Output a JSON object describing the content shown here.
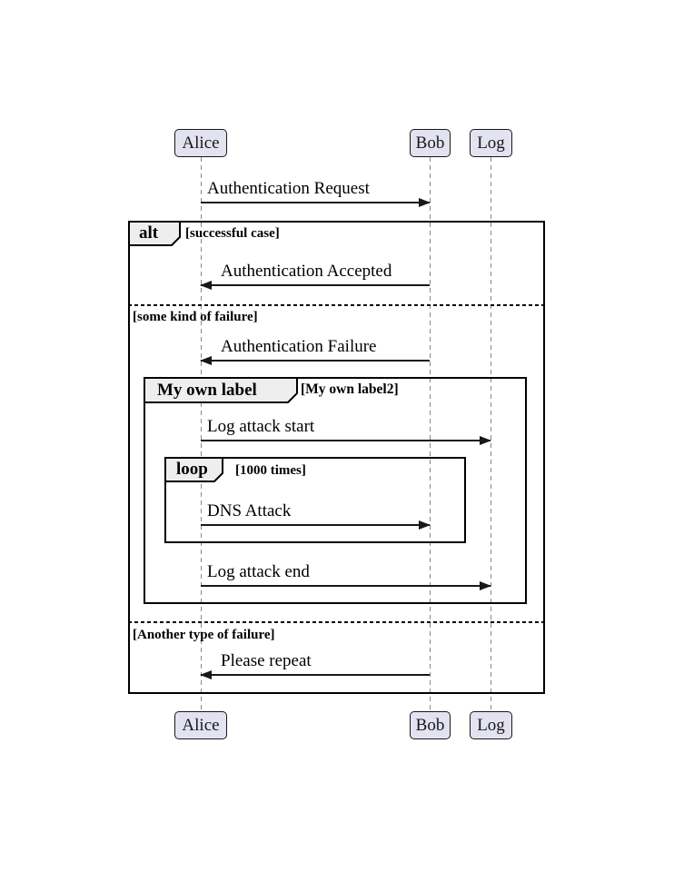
{
  "participants": [
    {
      "name": "Alice"
    },
    {
      "name": "Bob"
    },
    {
      "name": "Log"
    }
  ],
  "messages": [
    {
      "text": "Authentication Request",
      "from": "Alice",
      "to": "Bob",
      "direction": "right"
    },
    {
      "text": "Authentication Accepted",
      "from": "Bob",
      "to": "Alice",
      "direction": "left"
    },
    {
      "text": "Authentication Failure",
      "from": "Bob",
      "to": "Alice",
      "direction": "left"
    },
    {
      "text": "Log attack start",
      "from": "Alice",
      "to": "Log",
      "direction": "right"
    },
    {
      "text": "DNS Attack",
      "from": "Alice",
      "to": "Bob",
      "direction": "right"
    },
    {
      "text": "Log attack end",
      "from": "Alice",
      "to": "Log",
      "direction": "right"
    },
    {
      "text": "Please repeat",
      "from": "Bob",
      "to": "Alice",
      "direction": "left"
    }
  ],
  "frames": {
    "alt": {
      "operator": "alt",
      "sections": [
        {
          "guard": "[successful case]"
        },
        {
          "guard": "[some kind of failure]"
        },
        {
          "guard": "[Another type of failure]"
        }
      ]
    },
    "custom": {
      "operator": "My own label",
      "guard": "[My own label2]"
    },
    "loop": {
      "operator": "loop",
      "guard": "[1000 times]"
    }
  },
  "colors": {
    "participant_fill": "#E2E2F0",
    "participant_border": "#181818",
    "operator_label_fill": "#EEEEEE",
    "frame_border": "#000000",
    "lifeline": "#888888",
    "arrow": "#181818",
    "background": "#FFFFFF"
  }
}
